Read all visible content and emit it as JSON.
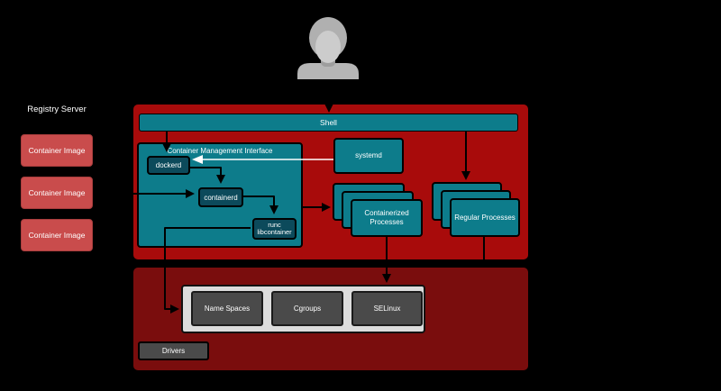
{
  "colors": {
    "background": "#000000",
    "host_red": "#a80b0b",
    "kernel_maroon": "#7a0d0d",
    "teal": "#0d7c8b",
    "teal_dark": "#0c4a5b",
    "salmon": "#c94c4c",
    "panel_gray": "#dcdcdc",
    "box_gray": "#4a4a4a",
    "arrow_black": "#000000",
    "arrow_white": "#ffffff"
  },
  "registry": {
    "title": "Registry Server",
    "images": [
      "Container Image",
      "Container Image",
      "Container Image"
    ]
  },
  "host": {
    "shell": "Shell",
    "cmi_title": "Container Management Interface",
    "dockerd": "dockerd",
    "containerd": "containerd",
    "runc_line1": "runc",
    "runc_line2": "libcontainer",
    "systemd": "systemd",
    "containerized": "Containerized Processes",
    "regular": "Regular Processes"
  },
  "kernel": {
    "namespaces": "Name Spaces",
    "cgroups": "Cgroups",
    "selinux": "SELinux",
    "drivers": "Drivers"
  }
}
